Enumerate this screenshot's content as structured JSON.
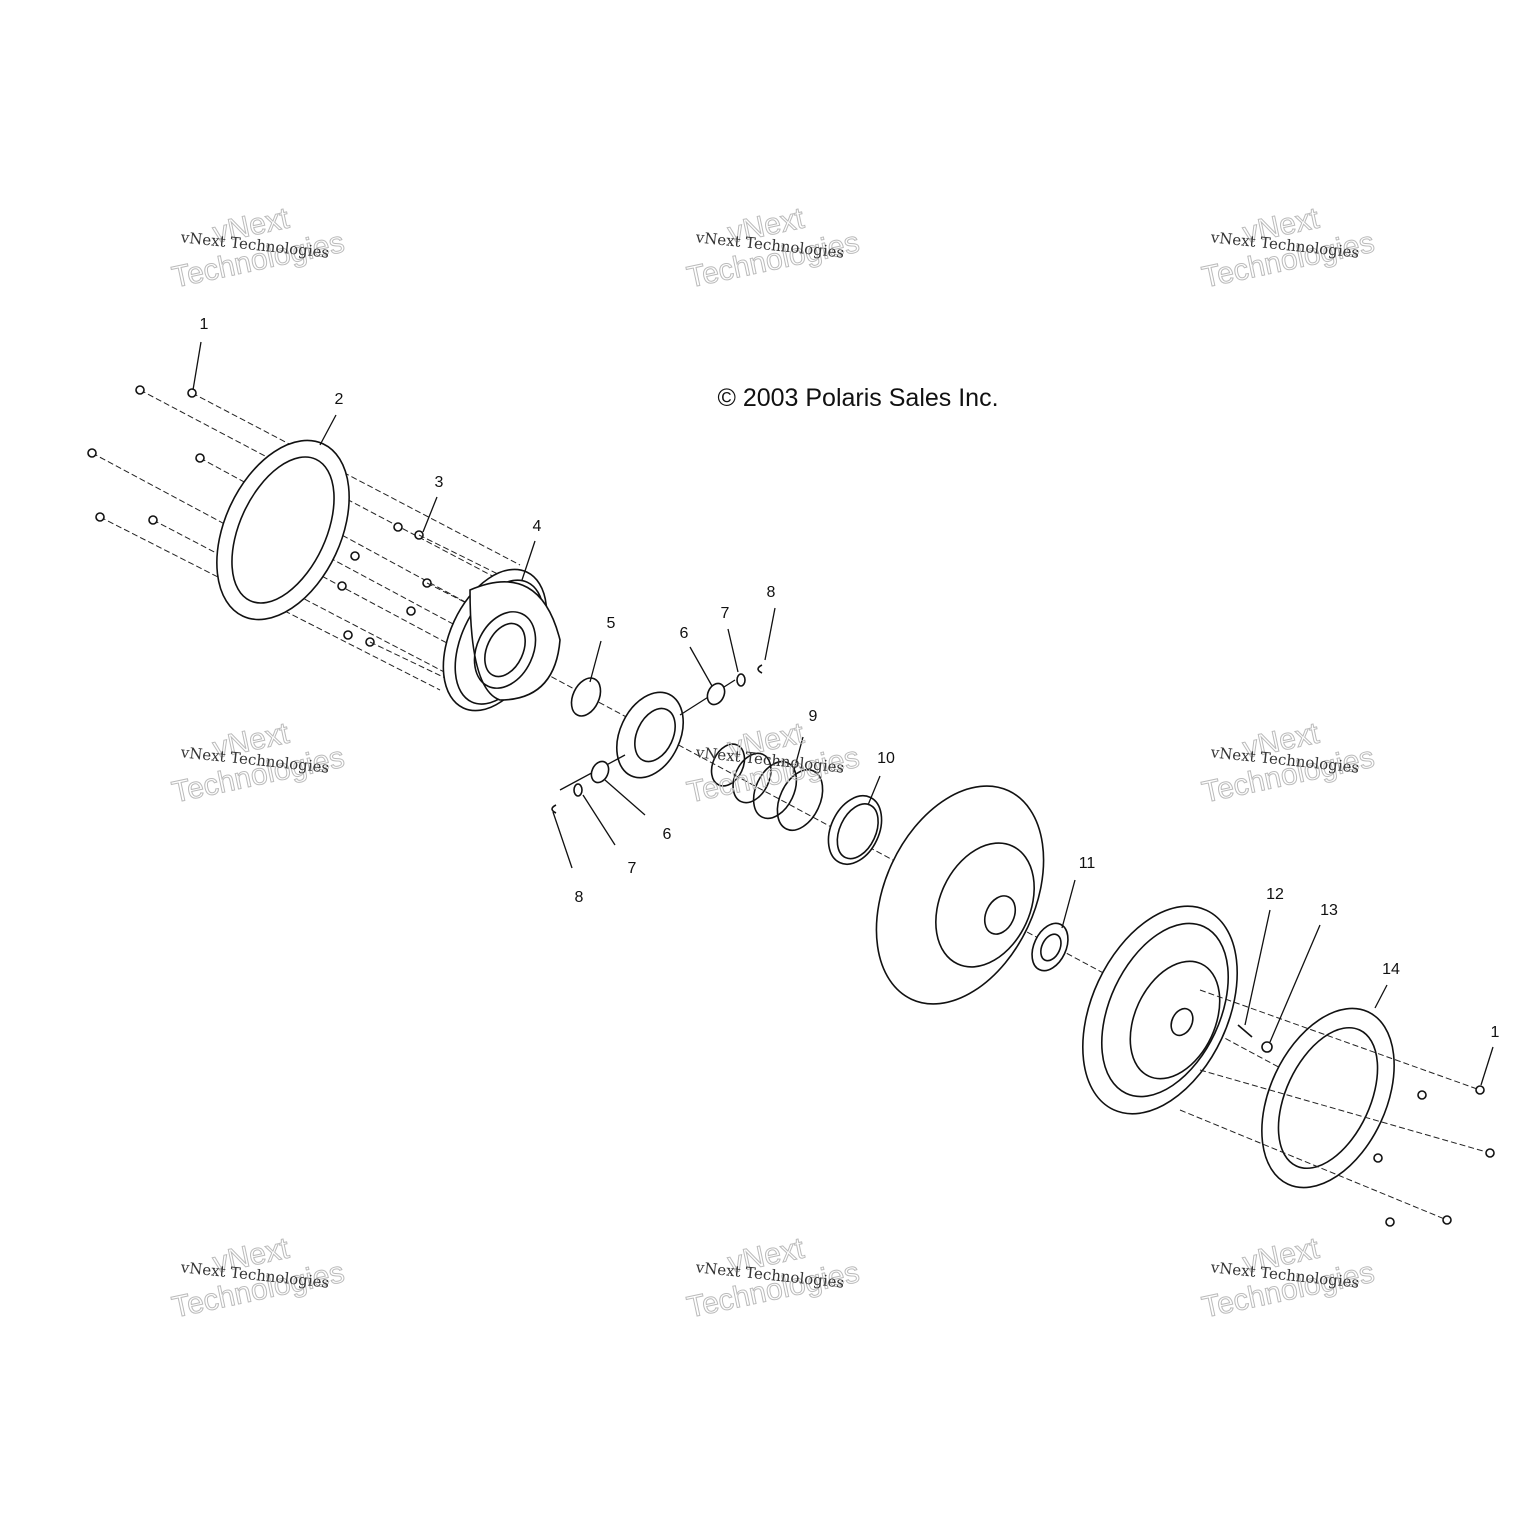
{
  "copyright": "© 2003 Polaris Sales Inc.",
  "watermark": {
    "line1": "vNext Technologies",
    "line2a": "vNext",
    "line2b": "Technologies"
  },
  "callouts": [
    "1",
    "2",
    "3",
    "4",
    "5",
    "6",
    "7",
    "8",
    "9",
    "10",
    "11",
    "12",
    "13",
    "14",
    "1",
    "6",
    "7",
    "8"
  ],
  "colors": {
    "line": "#111111",
    "background": "#ffffff",
    "watermark_outline": "#bbbbbb"
  }
}
